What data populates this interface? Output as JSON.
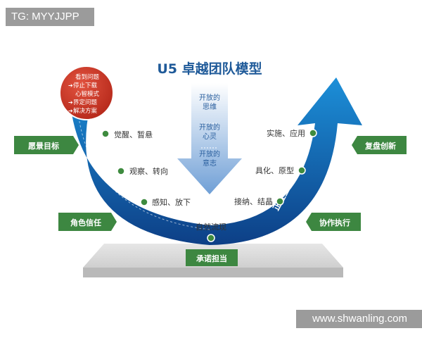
{
  "watermark_top": "TG: MYYJJPP",
  "watermark_bottom": "www.shwanling.com",
  "title": "U5 卓越团队模型",
  "circle_items": [
    "看到问题",
    "停止下载",
    "心智模式",
    "界定问题",
    "解决方案"
  ],
  "center_arrow": [
    "开放的",
    "思维",
    "开放的",
    "心灵",
    "开放的",
    "意志"
  ],
  "left_arc_label": "集体下潜",
  "right_arc_label": "正在生成的未来",
  "left_points": [
    "觉醒、暂悬",
    "观察、转向",
    "感知、放下"
  ],
  "right_points": [
    "实施、应用",
    "具化、原型",
    "接纳、结晶"
  ],
  "bottom_point": "自然流现",
  "left_tags": [
    "愿景目标",
    "角色信任"
  ],
  "right_tags": [
    "复盘创新",
    "协作执行"
  ],
  "bottom_tag": "承诺担当",
  "colors": {
    "title": "#1f5a99",
    "arc_dark": "#0d3f86",
    "arc_light": "#1c8fd8",
    "tag_green": "#3d8741",
    "dot_green": "#3e8b3f",
    "circle_red": "#c8301f",
    "center_arrow": "#78a6d8",
    "platform": "#d8d8d8"
  }
}
